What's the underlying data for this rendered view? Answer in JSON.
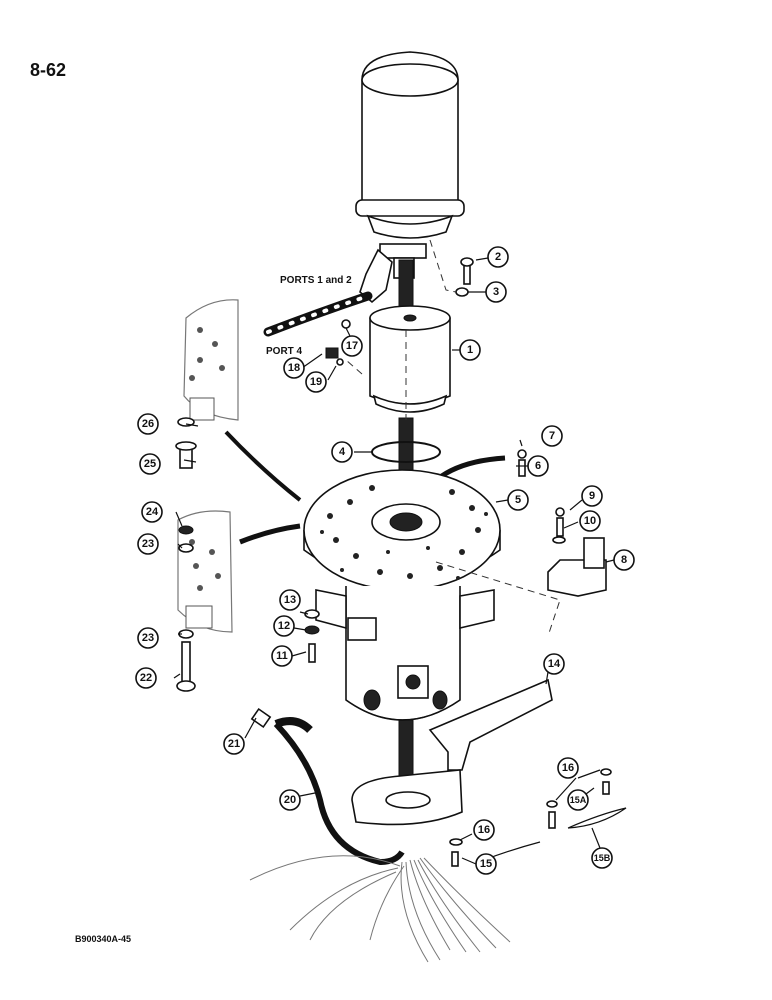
{
  "page_number": "8-62",
  "doc_code": "B900340A-45",
  "port_labels": {
    "ports_1_2": "PORTS 1 and 2",
    "port_4": "PORT 4"
  },
  "callouts": [
    {
      "id": "c1",
      "label": "1"
    },
    {
      "id": "c2",
      "label": "2"
    },
    {
      "id": "c3",
      "label": "3"
    },
    {
      "id": "c4",
      "label": "4"
    },
    {
      "id": "c5",
      "label": "5"
    },
    {
      "id": "c6",
      "label": "6"
    },
    {
      "id": "c7",
      "label": "7"
    },
    {
      "id": "c8",
      "label": "8"
    },
    {
      "id": "c9",
      "label": "9"
    },
    {
      "id": "c10",
      "label": "10"
    },
    {
      "id": "c11",
      "label": "11"
    },
    {
      "id": "c12",
      "label": "12"
    },
    {
      "id": "c13",
      "label": "13"
    },
    {
      "id": "c14",
      "label": "14"
    },
    {
      "id": "c15",
      "label": "15"
    },
    {
      "id": "c15a",
      "label": "15A"
    },
    {
      "id": "c15b",
      "label": "15B"
    },
    {
      "id": "c16a",
      "label": "16"
    },
    {
      "id": "c16b",
      "label": "16"
    },
    {
      "id": "c17",
      "label": "17"
    },
    {
      "id": "c18",
      "label": "18"
    },
    {
      "id": "c19",
      "label": "19"
    },
    {
      "id": "c20",
      "label": "20"
    },
    {
      "id": "c21",
      "label": "21"
    },
    {
      "id": "c22",
      "label": "22"
    },
    {
      "id": "c23a",
      "label": "23"
    },
    {
      "id": "c23b",
      "label": "23"
    },
    {
      "id": "c24",
      "label": "24"
    },
    {
      "id": "c25",
      "label": "25"
    },
    {
      "id": "c26",
      "label": "26"
    }
  ]
}
